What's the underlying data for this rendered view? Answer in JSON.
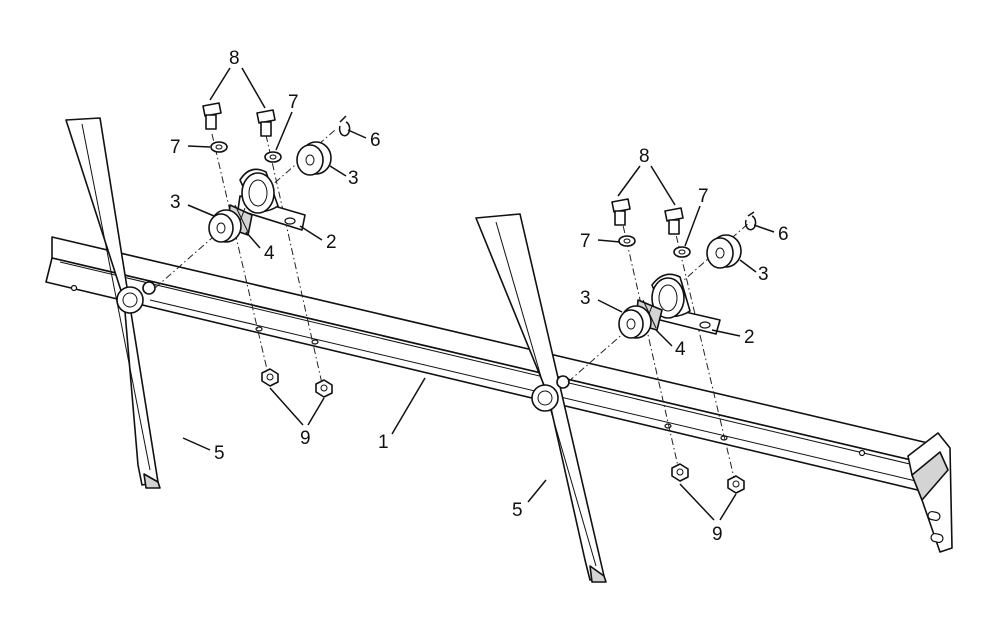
{
  "callouts": {
    "c1": "1",
    "c2a": "2",
    "c2b": "2",
    "c3a": "3",
    "c3b": "3",
    "c3c": "3",
    "c3d": "3",
    "c4a": "4",
    "c4b": "4",
    "c5a": "5",
    "c5b": "5",
    "c6a": "6",
    "c6b": "6",
    "c7a": "7",
    "c7b": "7",
    "c7c": "7",
    "c7d": "7",
    "c8a": "8",
    "c8b": "8",
    "c9a": "9",
    "c9b": "9"
  }
}
